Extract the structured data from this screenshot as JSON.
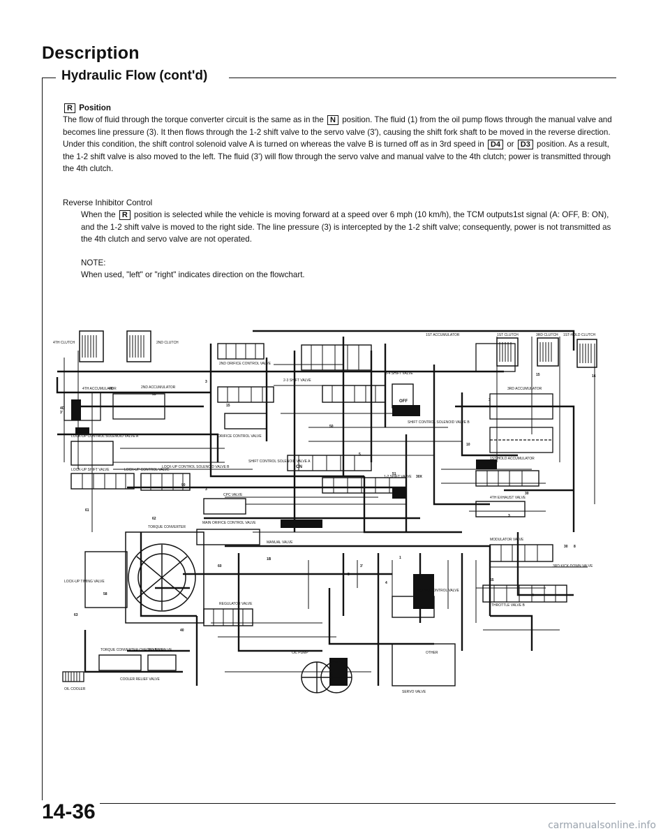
{
  "header": {
    "title": "Description",
    "subtitle": "Hydraulic Flow (cont'd)"
  },
  "section": {
    "key_r": "R",
    "heading": "Position",
    "p1_a": "The flow of fluid through the torque converter circuit is the same as in the",
    "key_n": "N",
    "p1_b": "position. The fluid (1) from the oil pump flows through the manual valve and becomes line pressure (3). It then flows through the 1-2 shift valve to the servo valve (3'), causing the shift fork shaft to be moved in the reverse direction.",
    "p2_a": "Under this condition, the shift control solenoid valve A is turned on whereas the valve B is turned off as in 3rd speed in",
    "key_d4": "D4",
    "p2_or": "or",
    "key_d3": "D3",
    "p2_b": "position. As a result, the 1-2 shift valve is also moved to the left. The fluid (3') will flow through the servo valve and manual valve to the 4th clutch; power is transmitted through the 4th clutch.",
    "rev_heading": "Reverse Inhibitor Control",
    "rev_a": "When the",
    "rev_b": "position is selected while the vehicle is moving forward at a speed over 6 mph (10 km/h), the TCM outputs1st signal (A: OFF, B: ON), and the 1-2 shift valve is moved to the right side. The line pressure (3) is intercepted by the 1-2 shift valve; consequently, power is not transmitted as the 4th clutch and servo valve are not operated.",
    "note_heading": "NOTE:",
    "note_text": "When used, \"left\" or \"right\" indicates direction on the flowchart."
  },
  "diagram_labels": {
    "clutch4": "4TH CLUTCH",
    "clutch2": "2ND CLUTCH",
    "acc1": "1ST ACCUMULATOR",
    "clutch1": "1ST CLUTCH",
    "clutch3": "3RD CLUTCH",
    "hold1": "1ST-HOLD CLUTCH",
    "orifice2": "2ND ORIFICE CONTROL VALVE",
    "sv34": "3-4 SHIFT VALVE",
    "sv23": "2-3 SHIFT VALVE",
    "acc4": "4TH ACCUMULATOR",
    "acc2": "2ND ACCUMULATOR",
    "acc3": "3RD ACCUMULATOR",
    "orifice_ctrl": "ORIFICE CONTROL VALVE",
    "off": "OFF",
    "sol_b": "SHIFT CONTROL SOLENOID VALVE B",
    "lockup_sol_a": "LOCK-UP CONTROL SOLENOID VALVE A",
    "lockup_sol_b": "LOCK-UP CONTROL SOLENOID VALVE B",
    "lockup_shift": "LOCK-UP SHIFT VALVE",
    "lockup_ctrl": "LOCK-UP CONTROL VALVE",
    "sol_a": "SHIFT CONTROL SOLENOID VALVE A",
    "on": "ON",
    "sv12": "1-2 SHIFT VALVE",
    "hold_acc": "1ST-HOLD ACCUMULATOR",
    "cpc": "CPC VALVE",
    "exhaust4": "4TH EXHAUST VALVE",
    "main_orifice": "MAIN ORIFICE CONTROL VALVE",
    "manual": "MANUAL VALVE",
    "torque_conv": "TORQUE CONVERTER",
    "modulator": "MODULATOR VALVE",
    "kickdown": "3RD KICK-DOWN VALVE",
    "timing": "LOCK-UP TIMING VALVE",
    "servo_ctrl": "SERVO CONTROL VALVE",
    "regulator": "REGULATOR VALVE",
    "throttle_b": "THROTTLE VALVE B",
    "tc_check": "TORQUE CONVERTER CHECK VALVE",
    "relief": "RELIEF VALVE",
    "cooler_relief": "COOLER RELIEF VALVE",
    "oil_cooler": "OIL COOLER",
    "oil_pump": "OIL PUMP",
    "other": "OTHER",
    "servo": "SERVO VALVE"
  },
  "footer": {
    "page_number": "14-36",
    "watermark": "carmanualsonline.info"
  }
}
